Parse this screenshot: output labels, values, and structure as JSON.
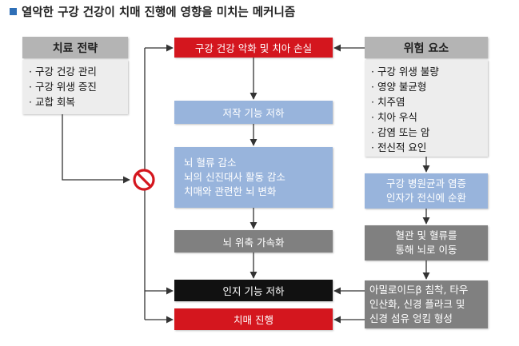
{
  "title": "열악한 구강 건강이 치매 진행에 영향을 미치는 메커니즘",
  "treatment": {
    "header": "치료 전략",
    "items": [
      "· 구강 건강 관리",
      "· 구강 위생 증진",
      "· 교합 회복"
    ]
  },
  "risk": {
    "header": "위험 요소",
    "items": [
      "· 구강 위생 불량",
      "· 영양 불균형",
      "· 치주염",
      "· 치아 우식",
      "· 감염 또는 암",
      "· 전신적 요인"
    ]
  },
  "flow": {
    "oral_loss": "구강 건강 악화 및 치아 손실",
    "chewing": "저작 기능 저하",
    "brain_lines": [
      "뇌 혈류 감소",
      "뇌의 신진대사 활동 감소",
      "치매와 관련한 뇌 변화"
    ],
    "atrophy": "뇌 위축 가속화",
    "cognitive": "인지 기능 저하",
    "dementia": "치매 진행"
  },
  "right_flow": {
    "pathogen_lines": [
      "구강 병원균과 염증",
      "인자가 전신에 순환"
    ],
    "vessel_lines": [
      "혈관 및 혈류를",
      "통해 뇌로 이동"
    ],
    "amyloid_lines": [
      "아밀로이드β 침착, 타우",
      "인산화, 신경 플라크 및",
      "신경 섬유 엉킴 형성"
    ]
  },
  "icons": {
    "block": "no-entry-icon"
  },
  "colors": {
    "red": "#d4161e",
    "blue": "#98b4dc",
    "gray": "#808080",
    "black": "#111111",
    "accent": "#2e6fb7"
  }
}
